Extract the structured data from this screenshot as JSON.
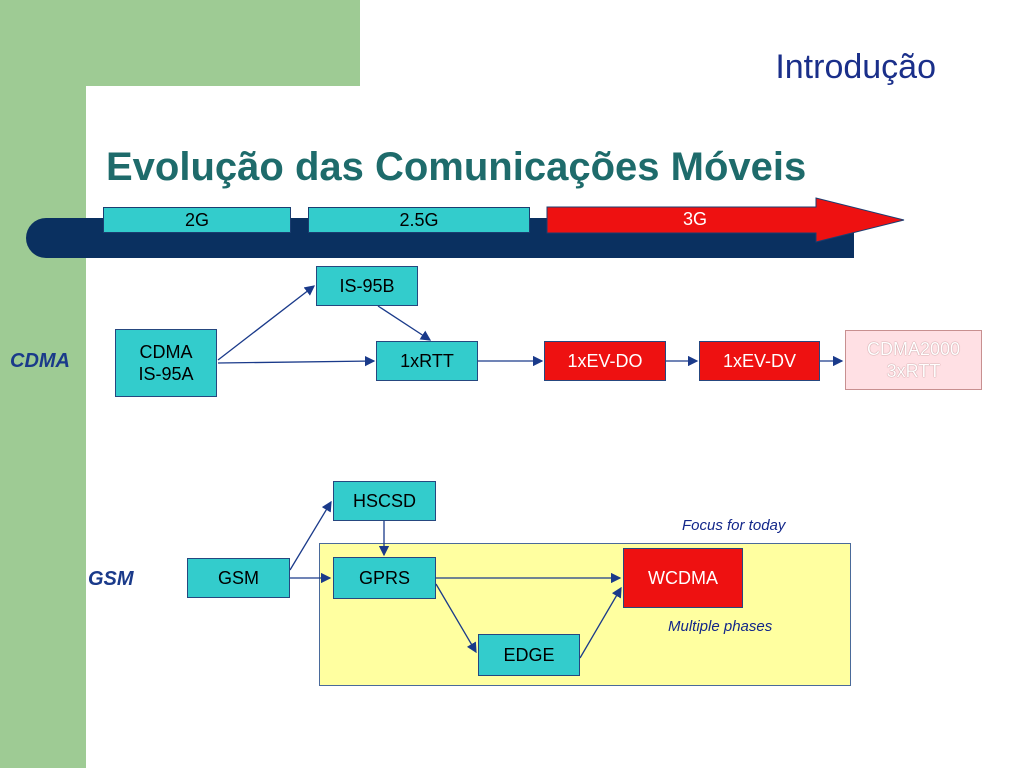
{
  "header": {
    "section": "Introdução",
    "title": "Evolução das Comunicações Móveis"
  },
  "timeline": {
    "era_2g": "2G",
    "era_25g": "2.5G",
    "era_3g": "3G"
  },
  "rows": {
    "cdma": "CDMA",
    "gsm": "GSM"
  },
  "cdma_nodes": {
    "cdma_line1": "CDMA",
    "cdma_line2": "IS-95A",
    "is95b": "IS-95B",
    "rtt1x": "1xRTT",
    "evdo": "1xEV-DO",
    "evdv": "1xEV-DV",
    "cdma2000_line1": "CDMA2000",
    "cdma2000_line2": "3xRTT"
  },
  "gsm_nodes": {
    "gsm": "GSM",
    "hscsd": "HSCSD",
    "gprs": "GPRS",
    "edge": "EDGE",
    "wcdma": "WCDMA"
  },
  "notes": {
    "focus": "Focus for today",
    "phases": "Multiple phases"
  },
  "colors": {
    "teal": "#33cccc",
    "red": "#ee1111",
    "navy": "#0a3060",
    "title": "#1e6b6b",
    "highlight": "#ffffa0"
  }
}
